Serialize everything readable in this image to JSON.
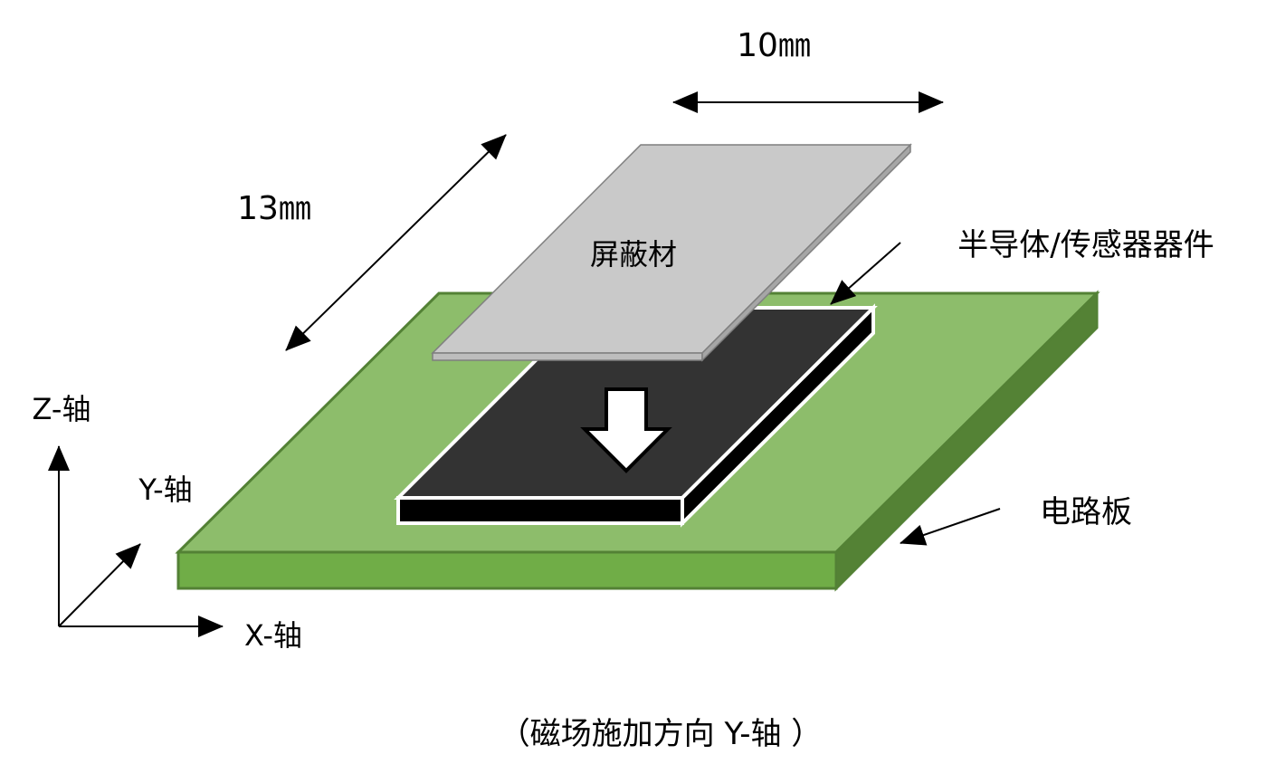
{
  "labels": {
    "shield": "屏蔽材",
    "sensor": "半导体/传感器器件",
    "board": "电路板",
    "width_dim": "10㎜",
    "length_dim": "13㎜",
    "z_axis": "Z-轴",
    "y_axis": "Y-轴",
    "x_axis": "X-轴",
    "caption": "（磁场施加方向 Y-轴 ）"
  },
  "colors": {
    "board_top": "#8dbd6b",
    "board_front": "#70ad47",
    "board_side": "#548235",
    "chip_top": "#333333",
    "chip_side": "#000000",
    "shield_top": "#c9c9c9",
    "shield_edge": "#bdbdbd"
  }
}
